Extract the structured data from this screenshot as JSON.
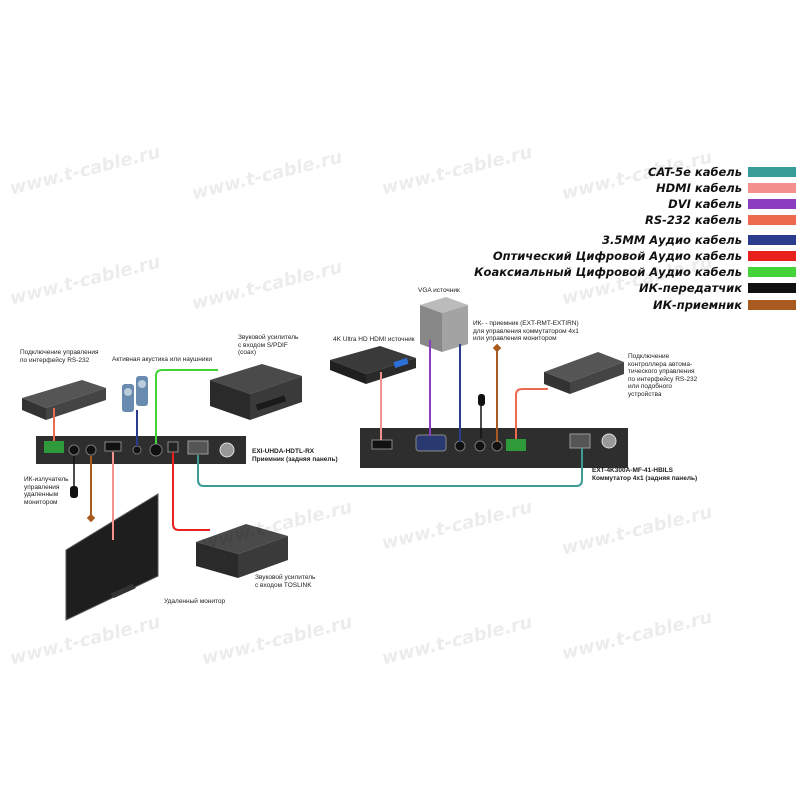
{
  "watermark": "www.t-cable.ru",
  "legend": [
    {
      "label": "CAT-5e кабель",
      "color": "#3a9c97"
    },
    {
      "label": "HDMI кабель",
      "color": "#f4908e"
    },
    {
      "label": "DVI кабель",
      "color": "#8a3dbf"
    },
    {
      "label": "RS-232 кабель",
      "color": "#ee6a4e"
    },
    {
      "label": "3.5ММ Аудио кабель",
      "color": "#2b3c8e"
    },
    {
      "label": "Оптический Цифровой Аудио кабель",
      "color": "#e8211f"
    },
    {
      "label": "Коаксиальный Цифровой Аудио кабель",
      "color": "#44d43a"
    },
    {
      "label": "ИК-передатчик",
      "color": "#111111"
    },
    {
      "label": "ИК-приемник",
      "color": "#a85a1f"
    }
  ],
  "labels": {
    "rs232_left": "Подключение управления\nпо интерфейсу RS-232",
    "speakers": "Активная акустика или наушники",
    "amp_spdif": "Звуковой усилитель\nс входом S/PDIF\n(coax)",
    "hdmi_source": "4K Ultra HD HDMI источник",
    "vga_source": "VGA источник",
    "ir_receiver_note": "ИК- - приемник (EXT-RMT-EXTIRN)\nдля управления коммутатором 4x1\nили управления монитором",
    "rs232_right": "Подключение\nконтроллера автома-\nтического управления\nпо интерфейсу RS-232\nили подобного\nустройства",
    "rx_model": "EXI-UHDA-HDTL-RX",
    "rx_desc": "Приемник (задняя панель)",
    "switch_model": "EXT-4K300A-MF-41-HBILS",
    "switch_desc": "Коммутатор 4x1 (задняя панель)",
    "ir_emitter": "ИК-излучатель\nуправления\nудаленным\nмонитором",
    "amp_toslink": "Звуковой усилитель\nс входом TOSLINK",
    "remote_monitor": "Удаленный монитор"
  }
}
